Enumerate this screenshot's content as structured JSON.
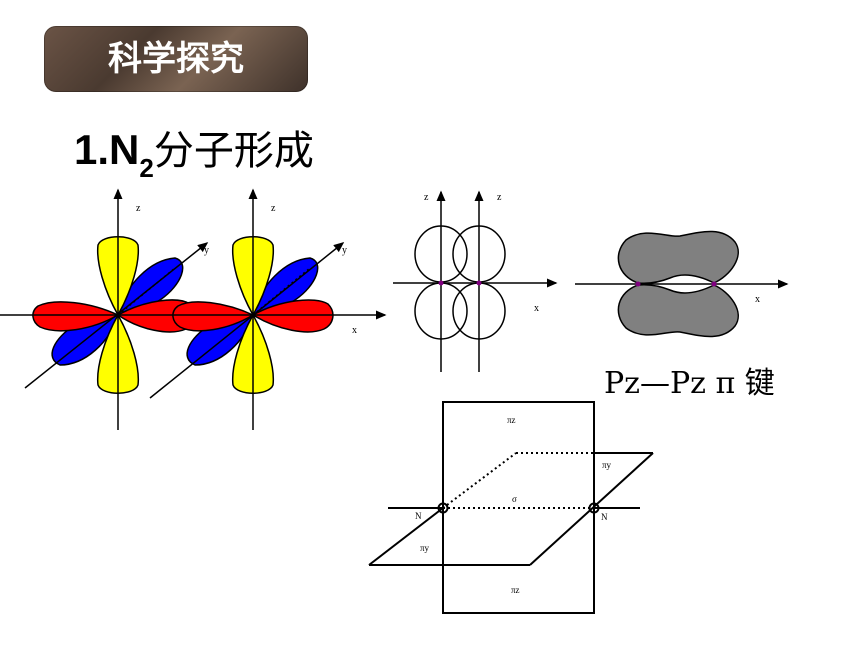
{
  "badge": {
    "text": "科学探究"
  },
  "title": {
    "prefix": "1.N",
    "subscript": "2",
    "suffix": "分子形成"
  },
  "bond_label": "Pz—Pz π 键",
  "orbital_labels": {
    "z1": "z",
    "y1": "y",
    "z2": "z",
    "y2": "y",
    "x": "x"
  },
  "overlap_labels": {
    "z1": "z",
    "z2": "z",
    "x1": "x",
    "x2": "x"
  },
  "plane_labels": {
    "pz_top": "πz",
    "py_right": "πy",
    "sigma": "σ",
    "n_left": "N",
    "n_right": "N",
    "py_left": "πy",
    "pz_bottom": "πz"
  },
  "colors": {
    "yellow": "#ffff00",
    "blue": "#0000ff",
    "red": "#ff0000",
    "gray": "#808080"
  }
}
